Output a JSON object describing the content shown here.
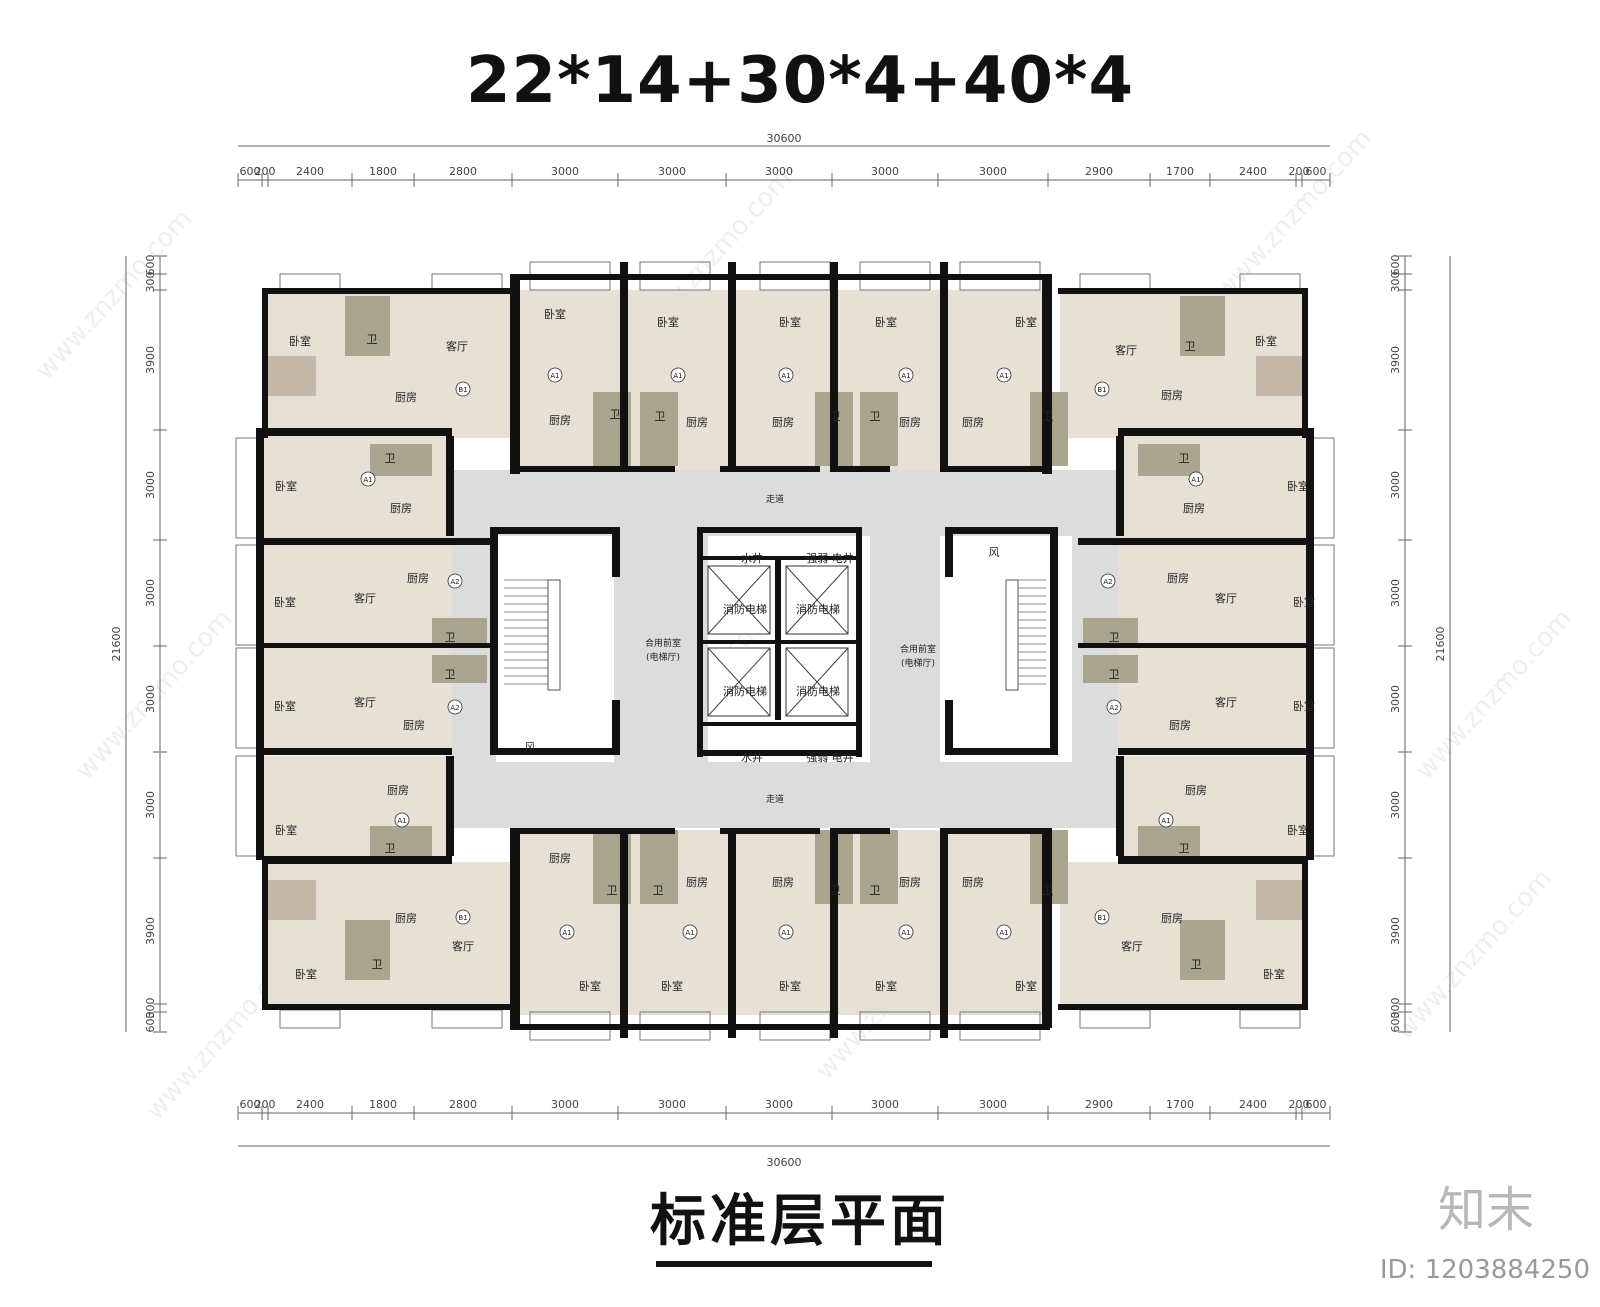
{
  "main_title": "22*14+30*4+40*4",
  "plan_title": "标准层平面",
  "watermark": {
    "logo": "知末",
    "id": "ID: 1203884250",
    "site": "www.znzmo.com"
  },
  "dimensions": {
    "total_width": "30600",
    "total_depth": "21600",
    "horizontal": [
      "600",
      "200",
      "2400",
      "1800",
      "2800",
      "3000",
      "3000",
      "3000",
      "3000",
      "3000",
      "2900",
      "1700",
      "2400",
      "200",
      "600"
    ],
    "vertical": [
      "600",
      "300",
      "3900",
      "3000",
      "3000",
      "3000",
      "3000",
      "3900",
      "300",
      "600"
    ]
  },
  "rooms": {
    "bedroom": "卧室",
    "living": "客厅",
    "kitchen": "厨房",
    "bath": "卫",
    "corridor": "走道",
    "lobby": "合用前室",
    "lobby_sub": "(电梯厅)",
    "fire_elevator": "消防电梯",
    "water_shaft": "水井",
    "elec_shaft": "强弱 电井",
    "vent": "风"
  },
  "unit_tags": {
    "a1": "A1",
    "a2": "A2",
    "b1": "B1"
  },
  "colors": {
    "wall": "#111111",
    "floor_beige": "#e6e0d5",
    "bath_olive": "#a9a58e",
    "corridor_gray": "#dcdcdc",
    "bedroom_taupe": "#c4b8a8"
  }
}
